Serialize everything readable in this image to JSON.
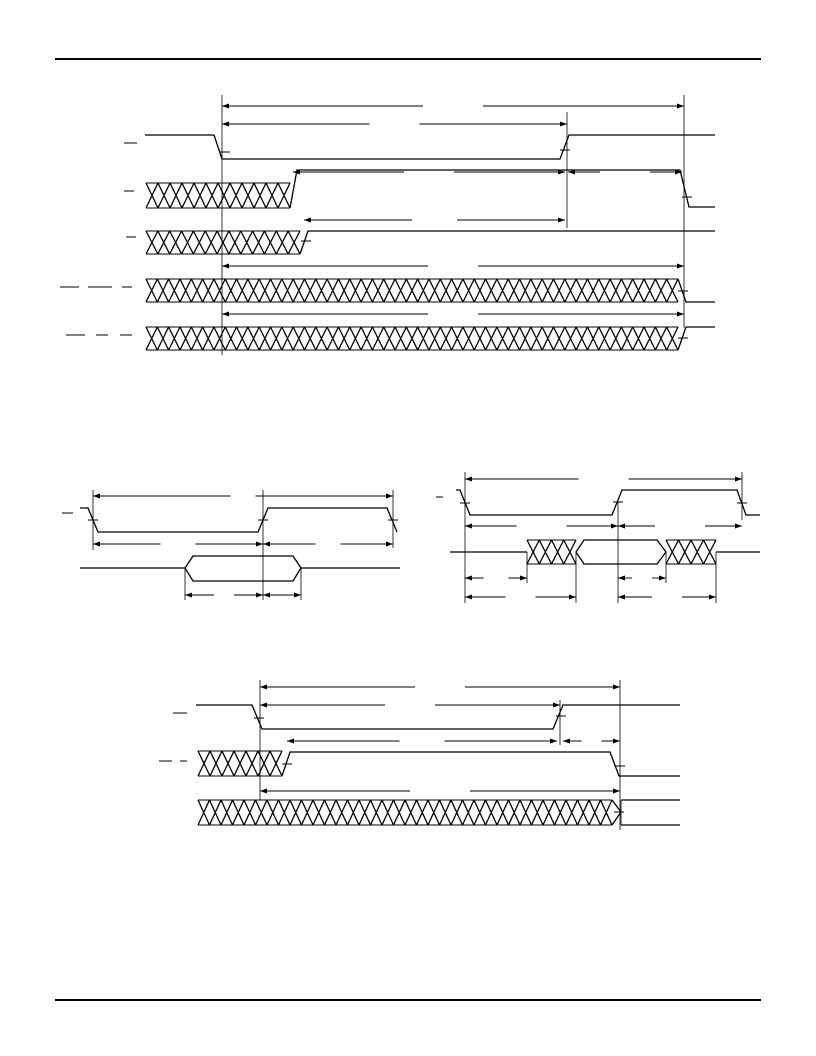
{
  "page": {
    "background": "#ffffff",
    "ink": "#000000"
  },
  "diagrams": [
    {
      "id": "timing-diagram-1",
      "signals": [
        "signal-1",
        "signal-2",
        "signal-3",
        "signal-4",
        "signal-5"
      ],
      "labels": []
    },
    {
      "id": "timing-diagram-2",
      "signals": [
        "signal-1",
        "signal-2"
      ],
      "labels": []
    },
    {
      "id": "timing-diagram-3",
      "signals": [
        "signal-1",
        "signal-2"
      ],
      "labels": []
    },
    {
      "id": "timing-diagram-4",
      "signals": [
        "signal-1",
        "signal-2",
        "signal-3"
      ],
      "labels": []
    }
  ]
}
